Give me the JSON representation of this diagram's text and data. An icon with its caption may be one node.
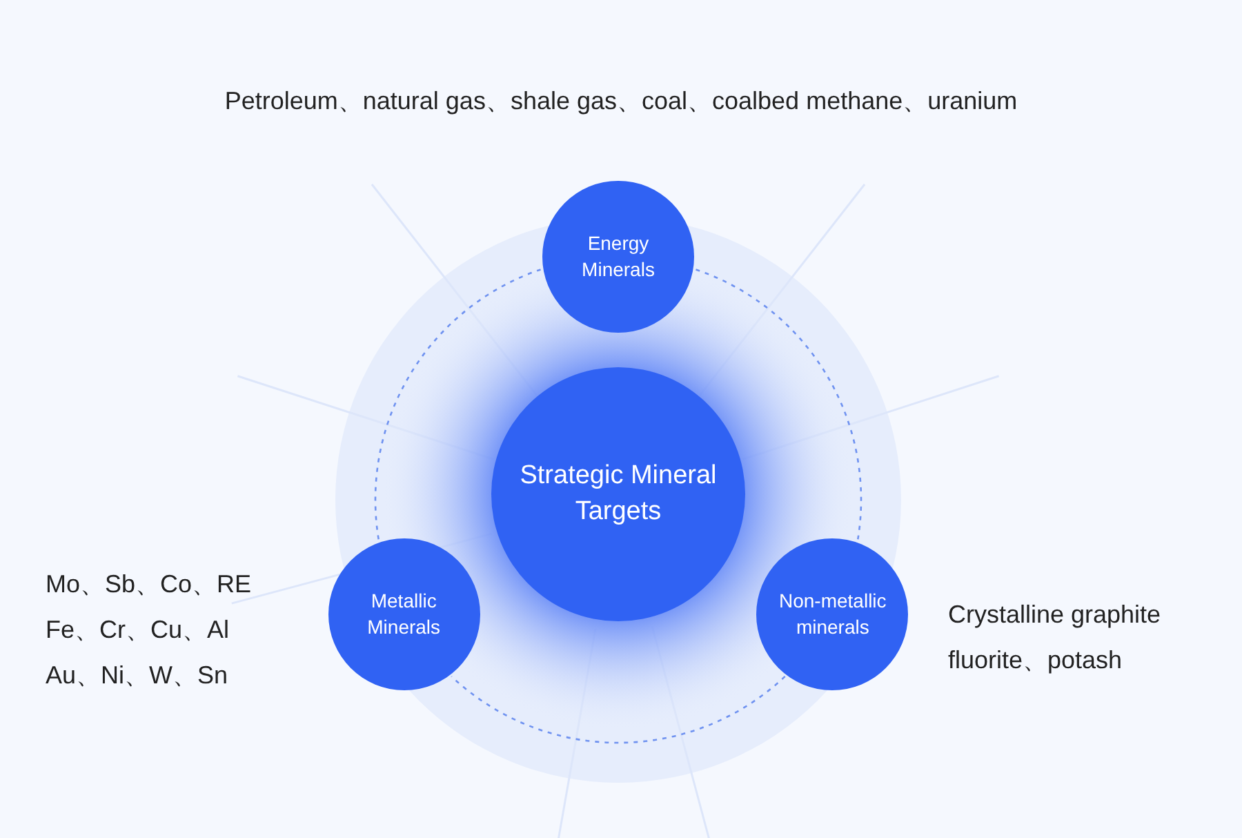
{
  "diagram": {
    "nodes": [
      {
        "text": [
          "Energy Minerals"
        ],
        "beside": [
          "Petroleum、natural gas、shale gas、coal、coalbed methane、uranium"
        ]
      },
      {
        "text": [
          "Strategic Mineral Targets"
        ]
      },
      {
        "text": [
          "Metallic Minerals"
        ],
        "beside": [
          "Mo、Sb、Co、RE",
          "Fe、Cr、Cu、Al",
          "Au、Ni、W、Sn"
        ]
      },
      {
        "text": [
          "Non-metallic minerals"
        ],
        "beside": [
          "Crystalline graphite",
          "fluorite、potash"
        ]
      }
    ],
    "edges": [
      {
        "from": 0,
        "to": 3,
        "arrow": "none",
        "style": "dashed"
      },
      {
        "from": 3,
        "to": 2,
        "arrow": "none",
        "style": "dashed"
      },
      {
        "from": 2,
        "to": 0,
        "arrow": "none",
        "style": "dashed"
      }
    ]
  }
}
